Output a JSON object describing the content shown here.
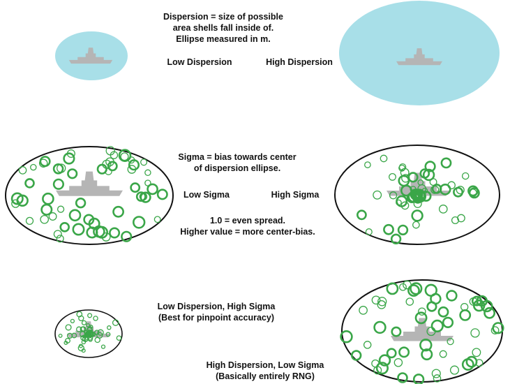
{
  "section_1": {
    "definition_lines": [
      "Dispersion = size of possible",
      "area shells fall inside of.",
      "Ellipse measured in m."
    ],
    "low_label": "Low Dispersion",
    "high_label": "High Dispersion"
  },
  "section_2": {
    "definition_lines": [
      "Sigma = bias towards center",
      "of dispersion ellipse."
    ],
    "low_label": "Low Sigma",
    "high_label": "High Sigma",
    "note_lines": [
      "1.0 = even spread.",
      "Higher value = more center-bias."
    ]
  },
  "section_3": {
    "combo_a_lines": [
      "Low Dispersion, High Sigma",
      "(Best for pinpoint accuracy)"
    ],
    "combo_b_lines": [
      "High Dispersion, Low Sigma",
      "(Basically entirely RNG)"
    ]
  },
  "colors": {
    "dispersion_fill": "#a8dfe8",
    "ship": "#b5b5b5",
    "ellipse_stroke": "#111111",
    "shell_marker": "#3aa648"
  },
  "icons": {
    "ship": "warship-silhouette-icon",
    "shell": "shell-impact-circle-icon"
  }
}
